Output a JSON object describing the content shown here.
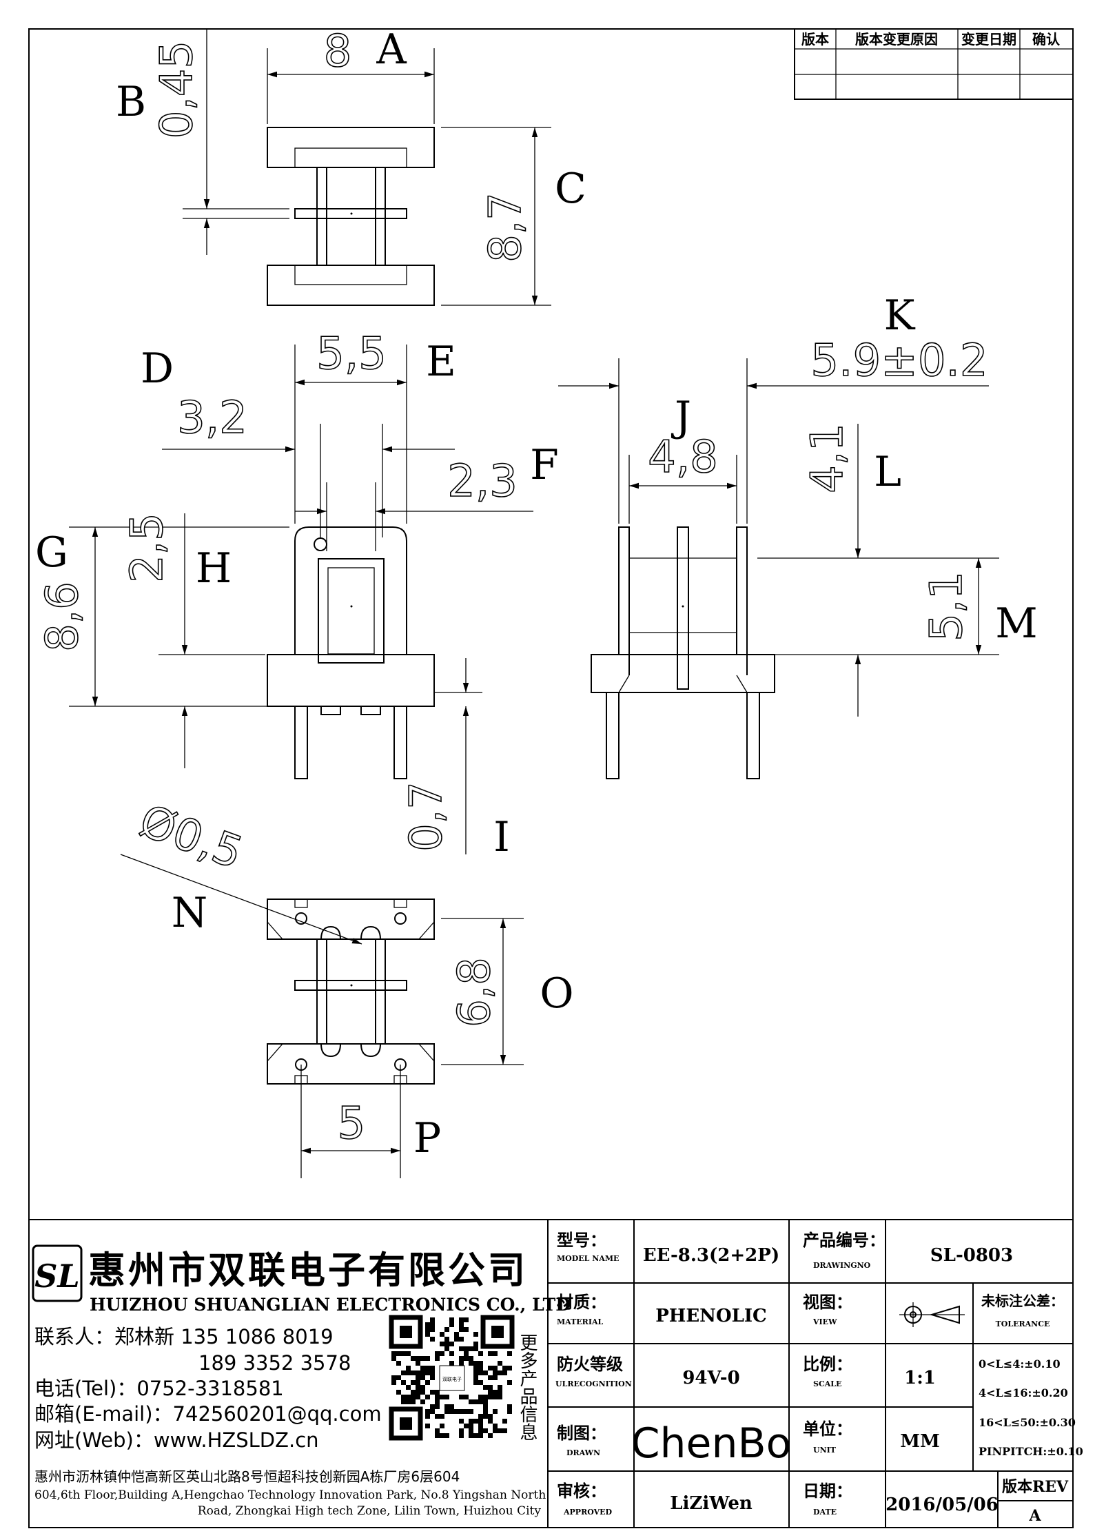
{
  "revision_table": {
    "headers": [
      "版本",
      "版本变更原因",
      "变更日期",
      "确认"
    ]
  },
  "dimensions": {
    "A": "8",
    "B": "0,45",
    "C": "8,7",
    "D": "3,2",
    "E": "5,5",
    "F": "2,3",
    "G": "8,6",
    "H": "2,5",
    "I": "0,7",
    "J": "4,8",
    "K": "5.9±0.2",
    "L": "4,1",
    "M": "5,1",
    "N": "Ø0,5",
    "O": "6,8",
    "P": "5"
  },
  "dimension_letters": [
    "A",
    "B",
    "C",
    "D",
    "E",
    "F",
    "G",
    "H",
    "I",
    "J",
    "K",
    "L",
    "M",
    "N",
    "O",
    "P"
  ],
  "company": {
    "logo_text": "SL",
    "name_cn": "惠州市双联电子有限公司",
    "name_en": "HUIZHOU SHUANGLIAN ELECTRONICS CO., LTD",
    "contact_line1": "联系人：郑林新  135 1086 8019",
    "contact_line2": "189 3352 3578",
    "tel": "电话(Tel)：0752-3318581",
    "email": "邮箱(E-mail)：742560201@qq.com",
    "web": "网址(Web)：www.HZSLDZ.cn",
    "address_cn": "惠州市沥林镇仲恺高新区英山北路8号恒超科技创新园A栋厂房6层604",
    "address_en_1": "604,6th Floor,Building A,Hengchao Technology Innovation Park, No.8 Yingshan North",
    "address_en_2": "Road, Zhongkai High tech Zone, Lilin Town, Huizhou City",
    "qr_label": "更多产品信息",
    "qr_center": "双联电子"
  },
  "title_block": {
    "model_label": "型号：",
    "model_label_en": "MODEL NAME",
    "model": "EE-8.3(2+2P)",
    "drawing_no_label": "产品编号：",
    "drawing_no_label_en": "DRAWINGNO",
    "drawing_no": "SL-0803",
    "material_label": "材质：",
    "material_label_en": "MATERIAL",
    "material": "PHENOLIC",
    "view_label": "视图：",
    "view_label_en": "VIEW",
    "tolerance_label": "未标注公差：",
    "tolerance_label_en": "TOLERANCE",
    "tolerance_lines": [
      "0<L≤4:±0.10",
      "4<L≤16:±0.20",
      "16<L≤50:±0.30",
      "PINPITCH:±0.10"
    ],
    "fire_label": "防火等级",
    "fire_label_en": "ULRECOGNITION",
    "fire": "94V-0",
    "scale_label": "比例：",
    "scale_label_en": "SCALE",
    "scale": "1:1",
    "drawn_label": "制图：",
    "drawn_label_en": "DRAWN",
    "drawn": "ChenBo",
    "unit_label": "单位：",
    "unit_label_en": "UNIT",
    "unit": "MM",
    "approved_label": "审核：",
    "approved_label_en": "APPROVED",
    "approved": "LiZiWen",
    "date_label": "日期：",
    "date_label_en": "DATE",
    "date": "2016/05/06",
    "rev_label": "版本REV",
    "rev": "A"
  }
}
